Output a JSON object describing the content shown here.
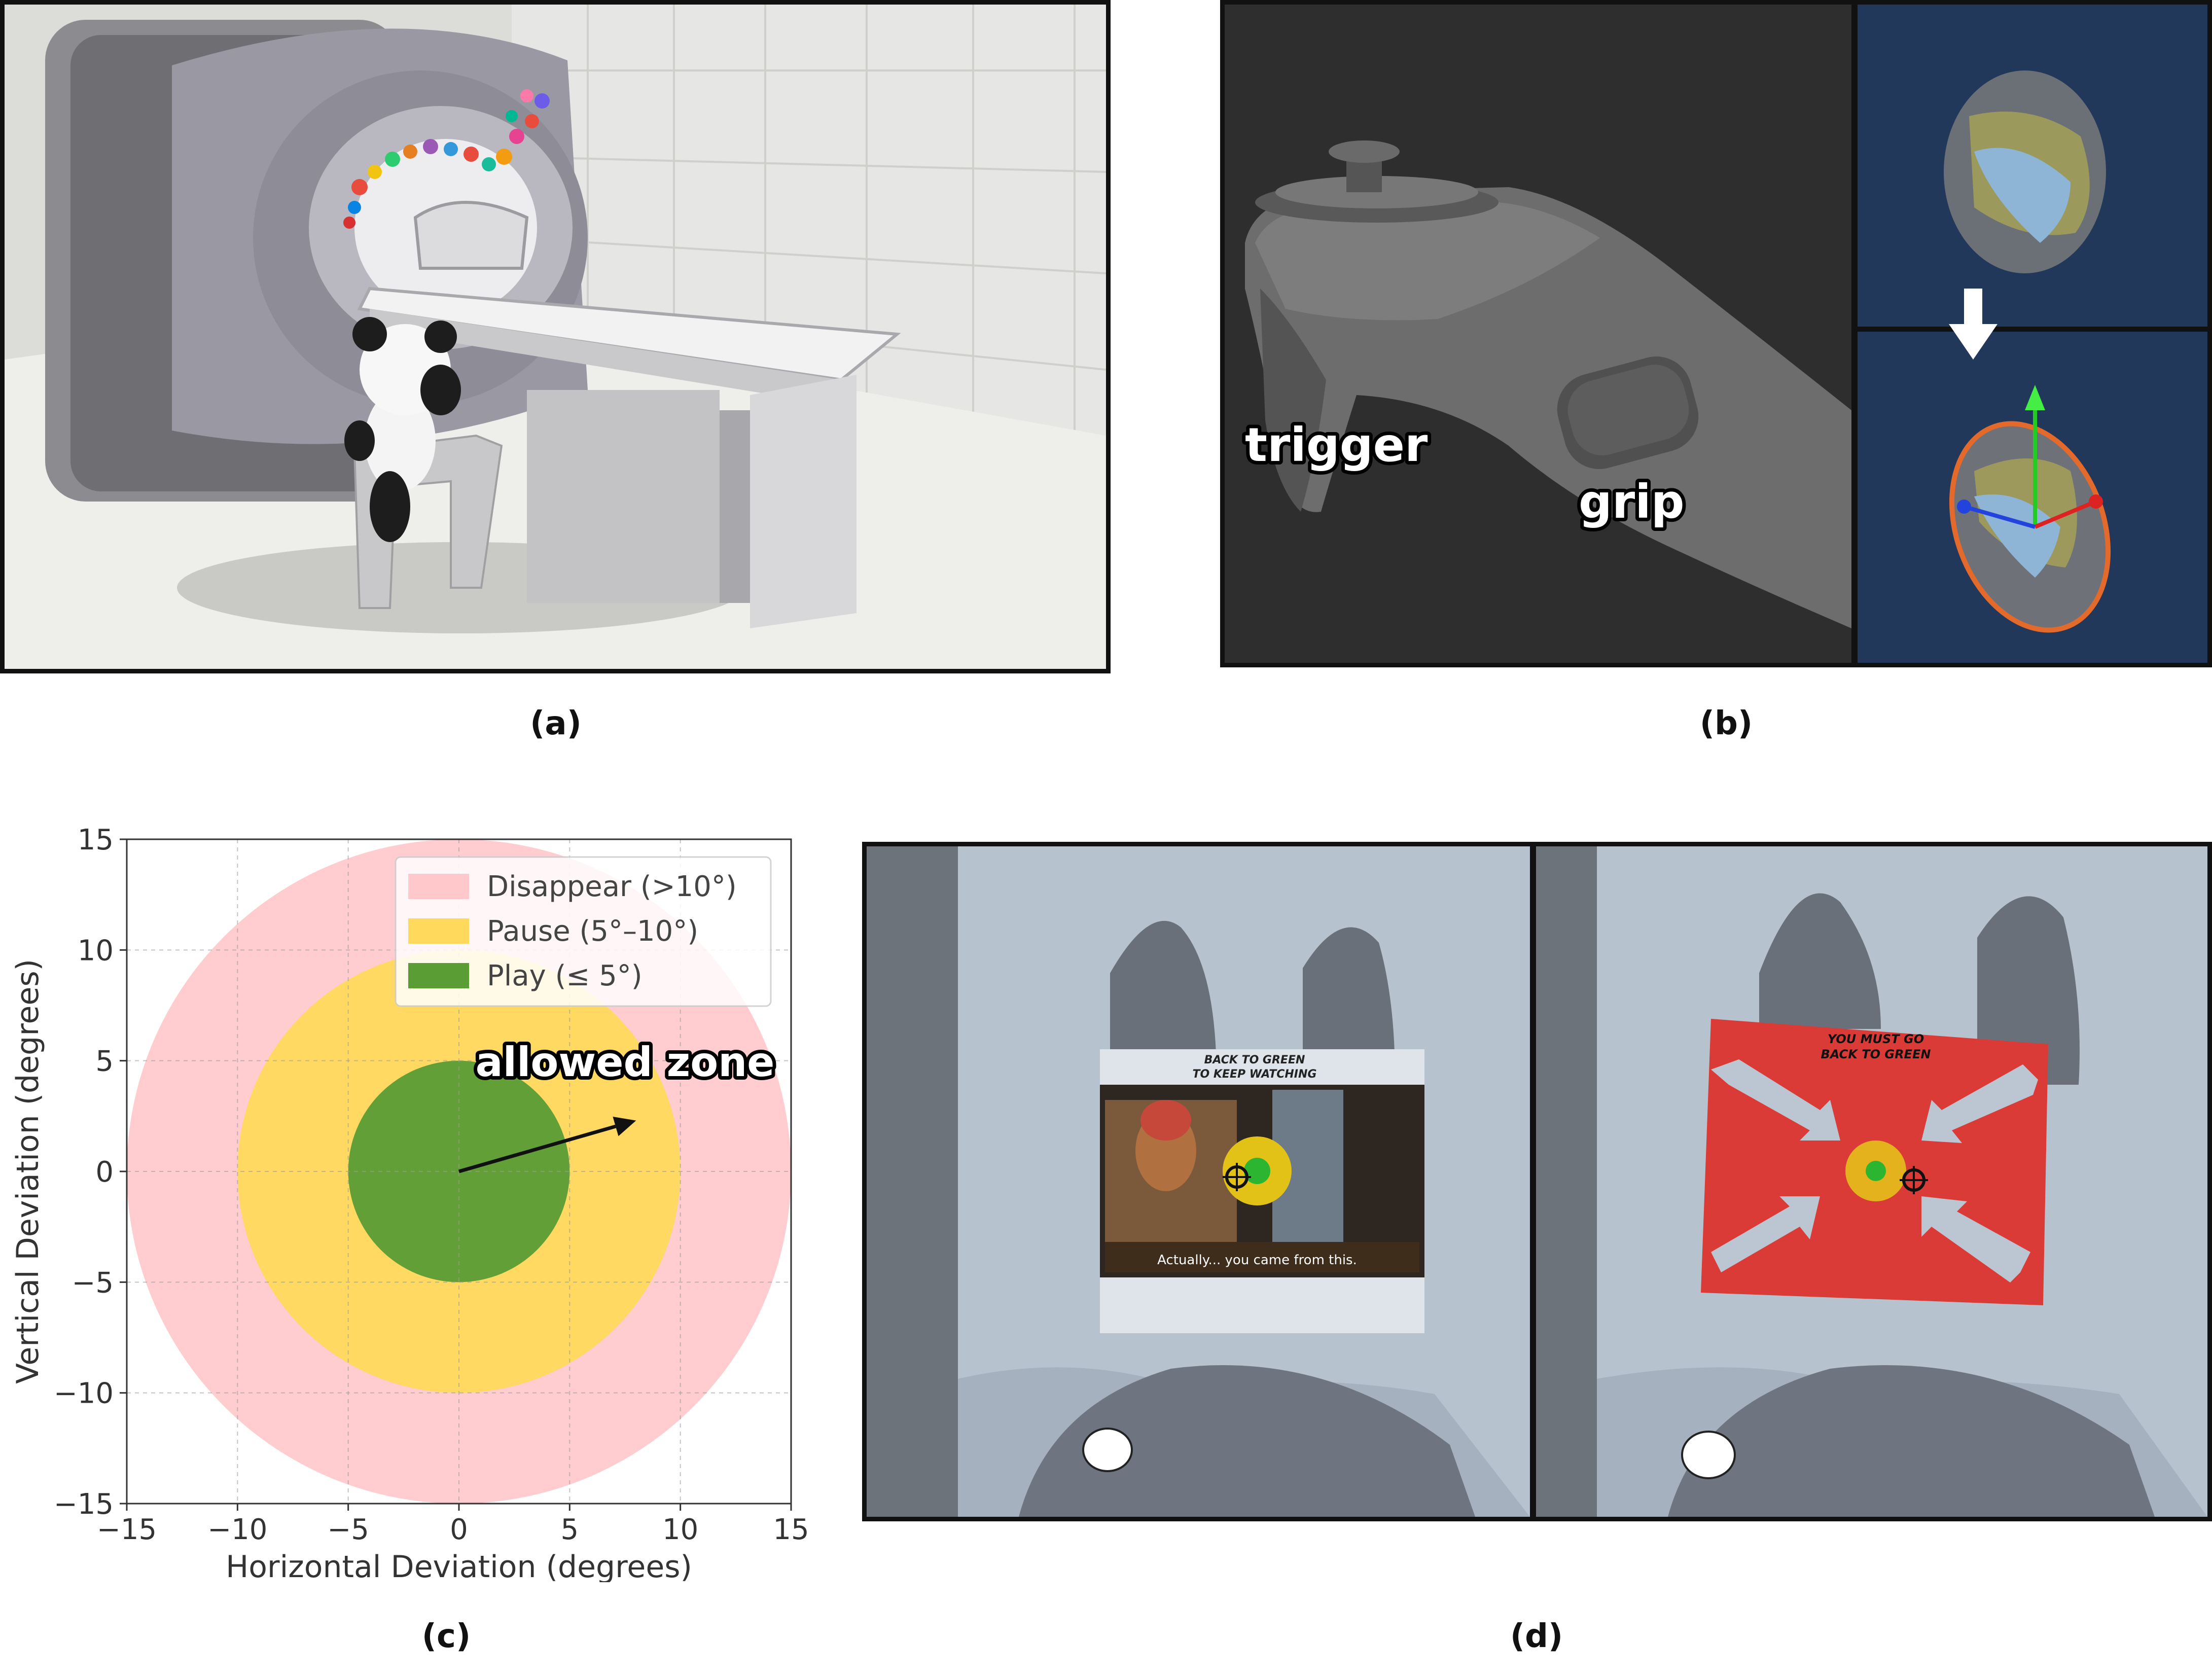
{
  "captions": {
    "a": "(a)",
    "b": "(b)",
    "c": "(c)",
    "d": "(d)"
  },
  "panel_b": {
    "trigger_label": "trigger",
    "grip_label": "grip"
  },
  "panel_d": {
    "left_header": [
      "BACK TO GREEN",
      "TO KEEP WATCHING"
    ],
    "left_subtitle": "Actually... you came from this.",
    "right_header": [
      "YOU MUST GO",
      "BACK TO GREEN"
    ]
  },
  "colors": {
    "disappear": "#ffc9cc",
    "pause": "#ffd95c",
    "play": "#5a9d35",
    "warning_red": "#db3b37"
  },
  "chart_data": {
    "type": "scatter",
    "xlabel": "Horizontal Deviation (degrees)",
    "ylabel": "Vertical Deviation (degrees)",
    "xlim": [
      -15,
      15
    ],
    "ylim": [
      -15,
      15
    ],
    "xticks": [
      -15,
      -10,
      -5,
      0,
      5,
      10,
      15
    ],
    "yticks": [
      -15,
      -10,
      -5,
      0,
      5,
      10,
      15
    ],
    "grid": true,
    "legend_position": "top-right",
    "zones": [
      {
        "name": "Disappear (>10°)",
        "radius": 15,
        "color": "#ffc9cc"
      },
      {
        "name": "Pause (5°–10°)",
        "radius": 10,
        "color": "#ffd95c"
      },
      {
        "name": "Play (≤ 5°)",
        "radius": 5,
        "color": "#5a9d35"
      }
    ],
    "arrow": {
      "from": [
        0,
        0
      ],
      "to": [
        8,
        2.3
      ]
    },
    "annotation": {
      "text": "allowed zone",
      "x": 7.5,
      "y": 4.3
    }
  }
}
